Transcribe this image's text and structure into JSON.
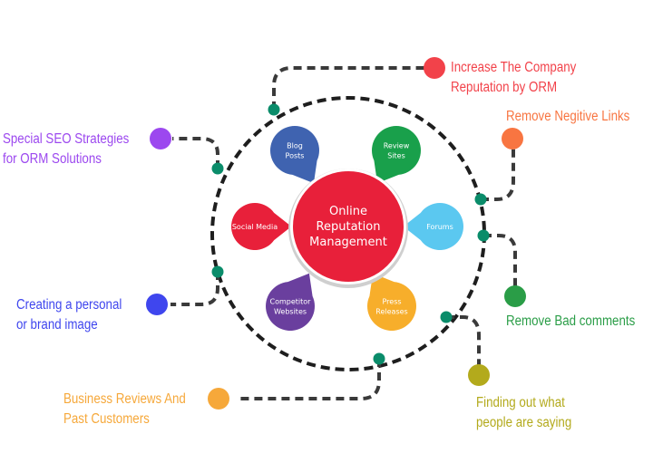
{
  "center": {
    "lines": [
      "Online",
      "Reputation",
      "Management"
    ],
    "color": "#e8203a"
  },
  "petals": [
    {
      "id": "blog-posts",
      "lines": [
        "Blog",
        "Posts"
      ],
      "color": "#3f63b0"
    },
    {
      "id": "review-sites",
      "lines": [
        "Review",
        "Sites"
      ],
      "color": "#19a04b"
    },
    {
      "id": "forums",
      "lines": [
        "Forums"
      ],
      "color": "#5bc8f0"
    },
    {
      "id": "press-releases",
      "lines": [
        "Press",
        "Releases"
      ],
      "color": "#f7ae2b"
    },
    {
      "id": "competitor-websites",
      "lines": [
        "Competitor",
        "Websites"
      ],
      "color": "#6a3f9e"
    },
    {
      "id": "social-media",
      "lines": [
        "Social Media"
      ],
      "color": "#e8203a"
    }
  ],
  "outcomes": [
    {
      "id": "increase-reputation",
      "lines": [
        "Increase The Company",
        "Reputation by ORM"
      ],
      "color": "#f2424a"
    },
    {
      "id": "remove-negative-links",
      "lines": [
        "Remove Negitive Links"
      ],
      "color": "#f87541"
    },
    {
      "id": "remove-bad-comments",
      "lines": [
        "Remove Bad comments"
      ],
      "color": "#2a9d47"
    },
    {
      "id": "finding-out",
      "lines": [
        "Finding out what",
        "people are saying"
      ],
      "color": "#b3aa1c"
    },
    {
      "id": "business-reviews",
      "lines": [
        "Business Reviews And",
        "Past Customers"
      ],
      "color": "#f6a83a"
    },
    {
      "id": "creating-image",
      "lines": [
        "Creating a personal",
        "or brand image"
      ],
      "color": "#3f46ee"
    },
    {
      "id": "seo-strategies",
      "lines": [
        "Special SEO Strategies",
        "for ORM Solutions"
      ],
      "color": "#9c48ef"
    }
  ],
  "connector": {
    "line_color": "#3a3a3a",
    "node_color": "#0a8c6a"
  }
}
